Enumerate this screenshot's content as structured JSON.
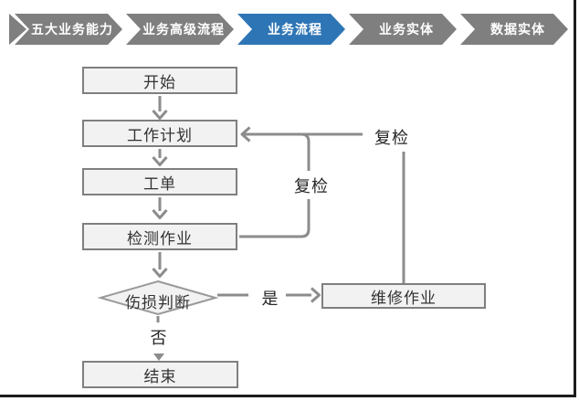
{
  "nav": {
    "items": [
      {
        "label": "五大业务能力",
        "active": false
      },
      {
        "label": "业务高级流程",
        "active": false
      },
      {
        "label": "业务流程",
        "active": true
      },
      {
        "label": "业务实体",
        "active": false
      },
      {
        "label": "数据实体",
        "active": false
      }
    ],
    "colors": {
      "inactive": "#7F7F7F",
      "active": "#2E75B6",
      "text": "#FFFFFF"
    }
  },
  "flowchart": {
    "nodes": [
      {
        "id": "start",
        "label": "开始",
        "type": "process"
      },
      {
        "id": "work-plan",
        "label": "工作计划",
        "type": "process"
      },
      {
        "id": "work-order",
        "label": "工单",
        "type": "process"
      },
      {
        "id": "inspection-job",
        "label": "检测作业",
        "type": "process"
      },
      {
        "id": "damage-decision",
        "label": "伤损判断",
        "type": "decision"
      },
      {
        "id": "repair-job",
        "label": "维修作业",
        "type": "process"
      },
      {
        "id": "end",
        "label": "结束",
        "type": "process"
      }
    ],
    "edges": [
      {
        "from": "start",
        "to": "work-plan",
        "label": ""
      },
      {
        "from": "work-plan",
        "to": "work-order",
        "label": ""
      },
      {
        "from": "work-order",
        "to": "inspection-job",
        "label": ""
      },
      {
        "from": "inspection-job",
        "to": "damage-decision",
        "label": ""
      },
      {
        "from": "inspection-job",
        "to": "work-plan",
        "label": "复检"
      },
      {
        "from": "damage-decision",
        "to": "repair-job",
        "label": "是"
      },
      {
        "from": "damage-decision",
        "to": "end",
        "label": "否"
      },
      {
        "from": "repair-job",
        "to": "work-plan",
        "label": "复检"
      }
    ],
    "edge_labels": {
      "recheck_inner": "复检",
      "recheck_outer": "复检",
      "yes": "是",
      "no": "否"
    },
    "colors": {
      "node_fill": "#F2F2F2",
      "node_border": "#7F7F7F",
      "connector": "#8C8C8C",
      "text": "#333333"
    }
  }
}
